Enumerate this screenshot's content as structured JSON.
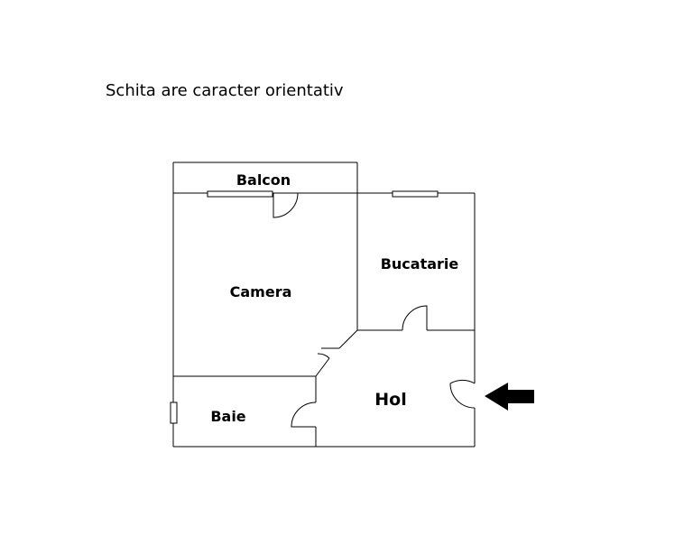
{
  "disclaimer": "Schita are caracter orientativ",
  "rooms": {
    "balcon": "Balcon",
    "camera": "Camera",
    "bucatarie": "Bucatarie",
    "hol": "Hol",
    "baie": "Baie"
  },
  "icons": {
    "entrance": "arrow-left-icon"
  }
}
